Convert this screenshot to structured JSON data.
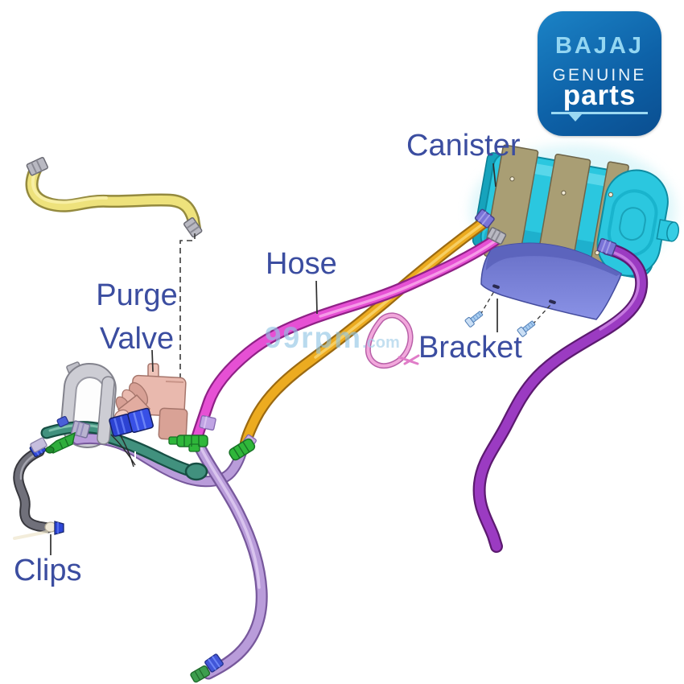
{
  "badge": {
    "brand": "BAJAJ",
    "genuine": "GENUINE",
    "parts": "parts",
    "bg_color": "#0e62a8",
    "brand_color": "#93d6f2",
    "text_color": "#ffffff"
  },
  "watermark": {
    "main": "99rpm",
    "suffix": ".com",
    "color": "#8fc4e4"
  },
  "callouts": {
    "canister": "Canister",
    "hose": "Hose",
    "bracket": "Bracket",
    "purge_line1": "Purge",
    "purge_line2": "Valve",
    "clips": "Clips",
    "label_color": "#3b4da0"
  },
  "parts_colors": {
    "canister_body": "#2bc7df",
    "canister_strap": "#a99e74",
    "bracket_plate": "#7d85dc",
    "bolt": "#a9cdf0",
    "purge_valve": "#e9b9ae",
    "clip_blue": "#2d46d6",
    "connector_green": "#2fb73a",
    "hose_yellow": "#eee27c",
    "hose_orange": "#ecab20",
    "hose_magenta": "#e650d4",
    "hose_purple": "#9b3bc2",
    "hose_lavender": "#b99cda",
    "hose_teal": "#41917e",
    "hose_dark_gray": "#70707a",
    "mount_band_gray": "#cdcdd4"
  }
}
